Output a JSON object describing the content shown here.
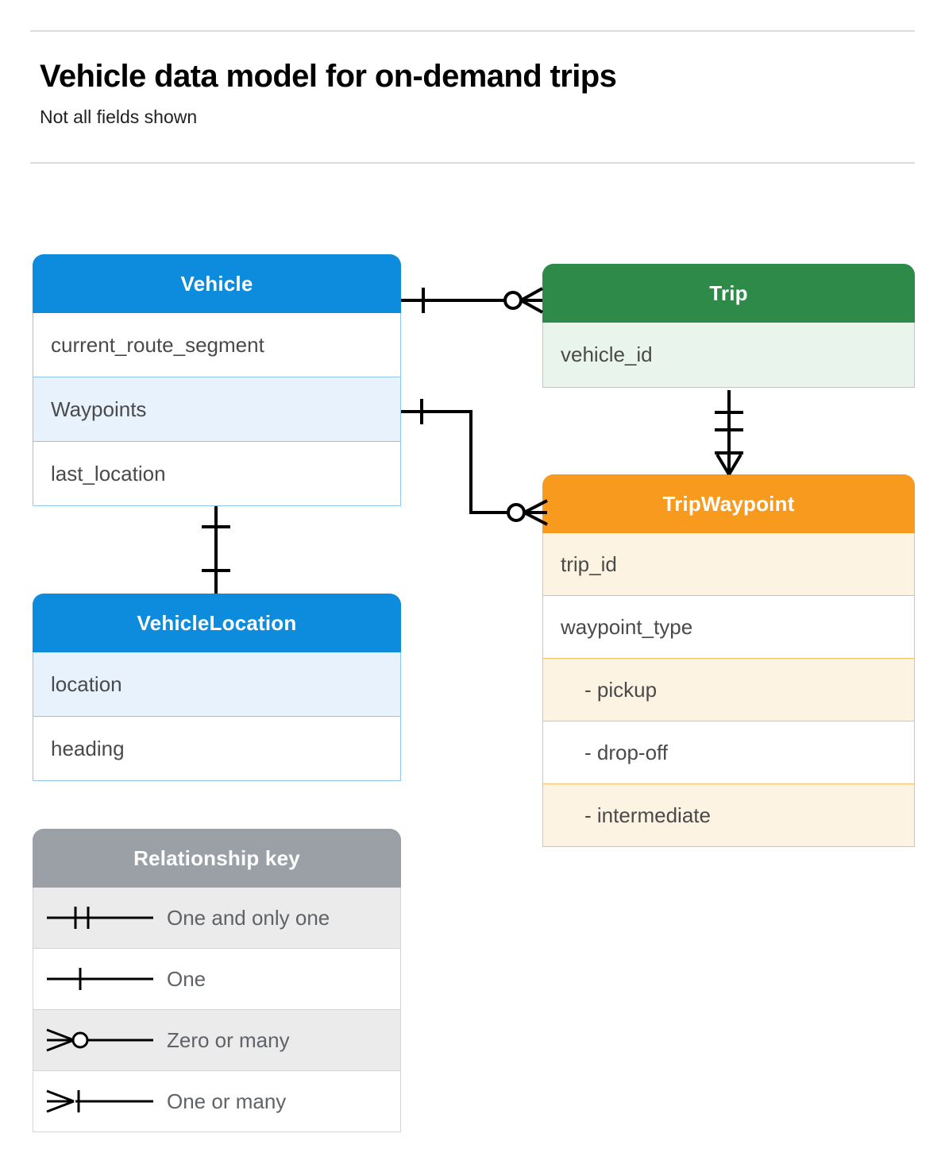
{
  "header": {
    "title": "Vehicle data model for on-demand trips",
    "subtitle": "Not all fields shown"
  },
  "entities": [
    {
      "id": "vehicle",
      "name": "Vehicle",
      "header_color": "#0d8bdd",
      "fields": [
        "current_route_segment",
        "Waypoints",
        "last_location"
      ]
    },
    {
      "id": "vehicle-location",
      "name": "VehicleLocation",
      "header_color": "#0d8bdd",
      "fields": [
        "location",
        "heading"
      ]
    },
    {
      "id": "trip",
      "name": "Trip",
      "header_color": "#2e8a48",
      "fields": [
        "vehicle_id"
      ]
    },
    {
      "id": "trip-waypoint",
      "name": "TripWaypoint",
      "header_color": "#f89a1e",
      "fields": [
        "trip_id",
        "waypoint_type",
        "-  pickup",
        "-  drop-off",
        "-  intermediate"
      ]
    }
  ],
  "legend": {
    "title": "Relationship key",
    "rows": [
      {
        "symbol": "one-and-only-one-icon",
        "label": "One and only one"
      },
      {
        "symbol": "one-icon",
        "label": "One"
      },
      {
        "symbol": "zero-or-many-icon",
        "label": "Zero or many"
      },
      {
        "symbol": "one-or-many-icon",
        "label": "One or many"
      }
    ]
  },
  "relationships": [
    {
      "from": "Vehicle",
      "from_cardinality": "One",
      "to": "Trip",
      "to_cardinality": "Zero or many"
    },
    {
      "from": "Vehicle.Waypoints",
      "from_cardinality": "One",
      "to": "TripWaypoint",
      "to_cardinality": "Zero or many"
    },
    {
      "from": "Trip",
      "from_cardinality": "One and only one",
      "to": "TripWaypoint",
      "to_cardinality": "One or many"
    },
    {
      "from": "Vehicle",
      "from_cardinality": "One",
      "to": "VehicleLocation",
      "to_cardinality": "One"
    }
  ],
  "colors": {
    "blue": "#0d8bdd",
    "green": "#2e8a48",
    "orange": "#f89a1e",
    "grey": "#9aa0a6",
    "rule": "#dadce0",
    "connector": "#000000"
  }
}
